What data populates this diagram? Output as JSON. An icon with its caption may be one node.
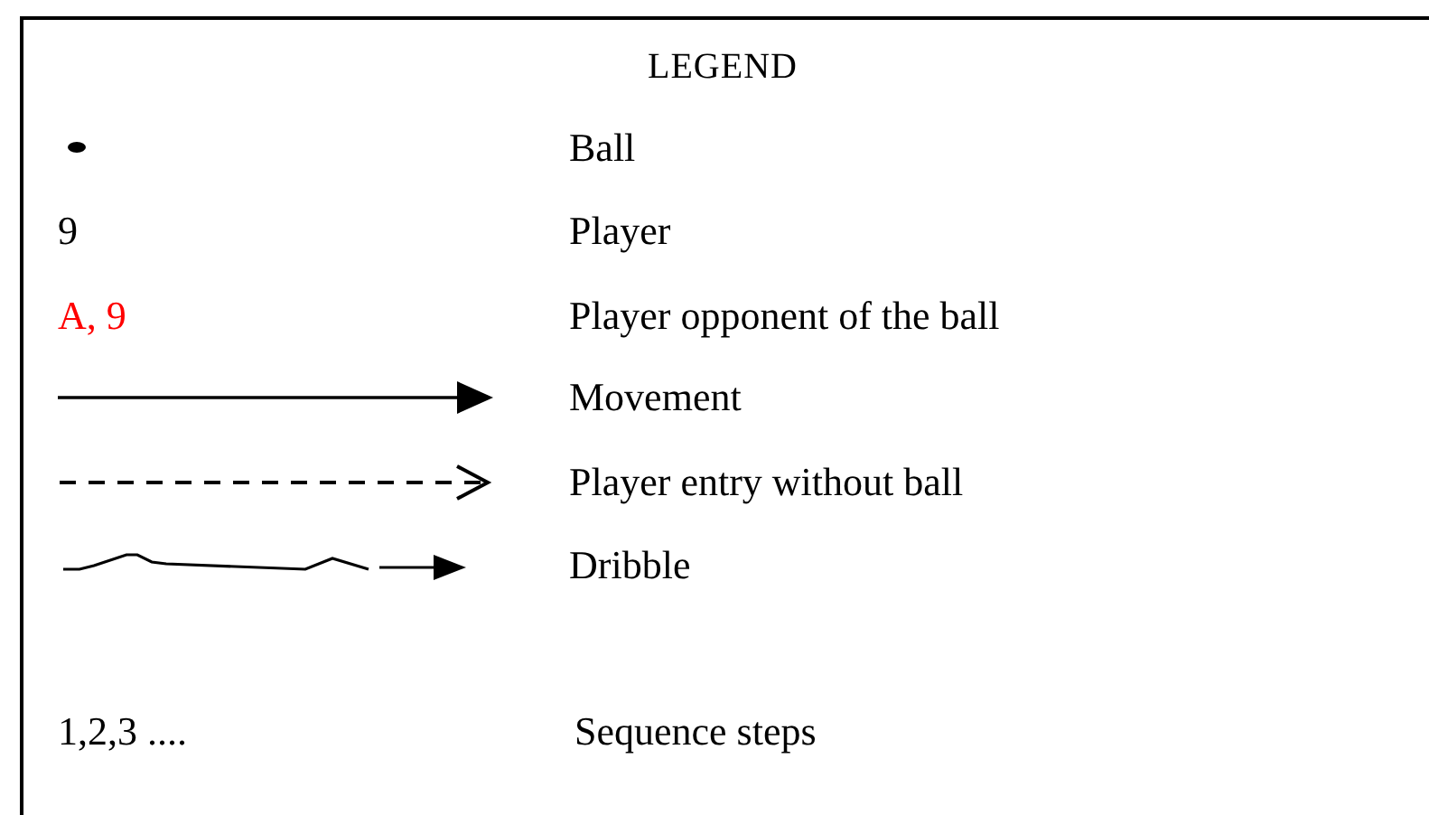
{
  "diagram": {
    "title": "LEGEND",
    "legend": [
      {
        "text": "Ball"
      },
      {
        "text": "Player"
      },
      {
        "text": "Player opponent of the ball"
      },
      {
        "text": "Movement"
      },
      {
        "text": "Player entry without ball"
      },
      {
        "text": "Dribble"
      },
      {
        "text": "Sequence steps"
      }
    ],
    "labels": [
      "9",
      "A, 9",
      "1,2,3 ...."
    ]
  }
}
